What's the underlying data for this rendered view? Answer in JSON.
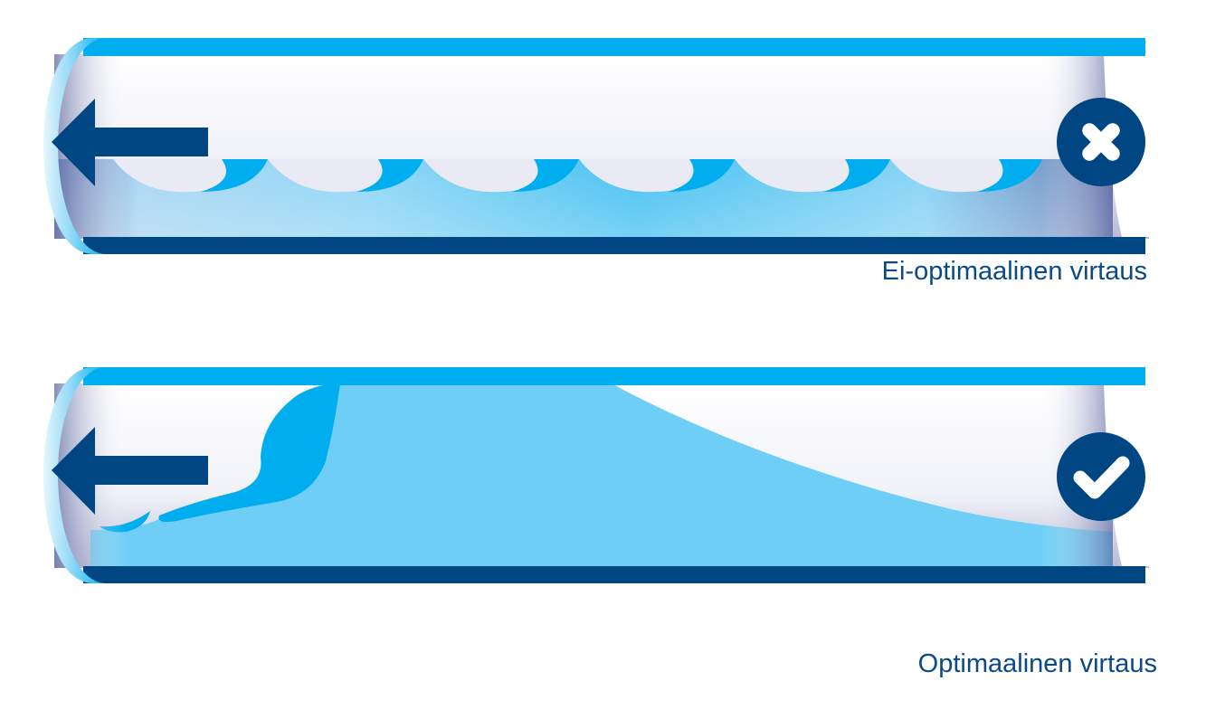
{
  "colors": {
    "navy": "#004682",
    "cyan": "#00aeef",
    "light_water": "#6fcef5",
    "caption": "#0a4a86",
    "white": "#ffffff"
  },
  "panels": [
    {
      "caption": "Ei-optimaalinen virtaus",
      "status_icon": "cross-icon",
      "flow_direction": "left",
      "flow_icon": "arrow-left-icon"
    },
    {
      "caption": "Optimaalinen virtaus",
      "status_icon": "check-icon",
      "flow_direction": "left",
      "flow_icon": "arrow-left-icon"
    }
  ]
}
